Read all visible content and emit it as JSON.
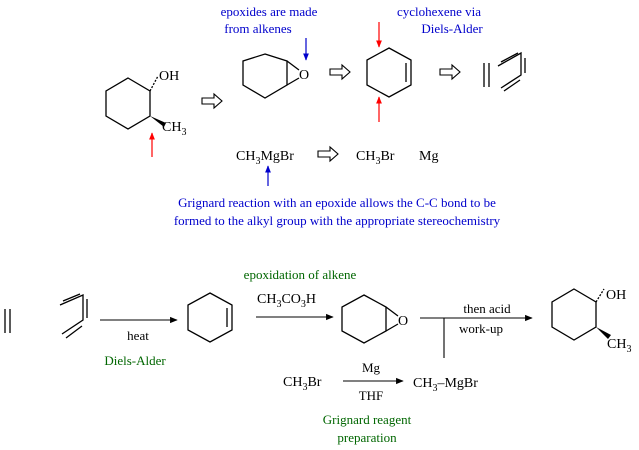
{
  "colors": {
    "blue_note": "#0000cc",
    "green_note": "#006600",
    "red_arrow": "#ff0000",
    "blue_arrow": "#0000cc",
    "ink": "#000000"
  },
  "atoms": {
    "oh": "OH",
    "ch3": "CH",
    "ch3_sub": "3",
    "o": "O"
  },
  "top": {
    "note_epoxide_line1": "epoxides are made",
    "note_epoxide_line2": "from alkenes",
    "note_cyclohexene_line1": "cyclohexene via",
    "note_cyclohexene_line2": "Diels-Alder",
    "mgbr_ch": "CH",
    "mgbr_sub": "3",
    "mgbr_rest": "MgBr",
    "br_ch": "CH",
    "br_sub": "3",
    "br_rest": "Br",
    "mg": "Mg",
    "grignard_line1": "Grignard reaction with an epoxide allows the C-C bond to be",
    "grignard_line2": "formed to the alkyl group with the appropriate stereochemistry"
  },
  "bottom": {
    "heat": "heat",
    "diels_alder": "Diels-Alder",
    "epoxidation_note": "epoxidation of alkene",
    "peracid_ch": "CH",
    "peracid_sub1": "3",
    "peracid_co": "CO",
    "peracid_sub2": "3",
    "peracid_h": "H",
    "then_acid": "then acid",
    "workup": "work-up",
    "ch3br_ch": "CH",
    "ch3br_sub": "3",
    "ch3br_rest": "Br",
    "mg": "Mg",
    "thf": "THF",
    "product_ch": "CH",
    "product_sub": "3",
    "product_rest": "–MgBr",
    "grignard_prep_line1": "Grignard reagent",
    "grignard_prep_line2": "preparation"
  }
}
